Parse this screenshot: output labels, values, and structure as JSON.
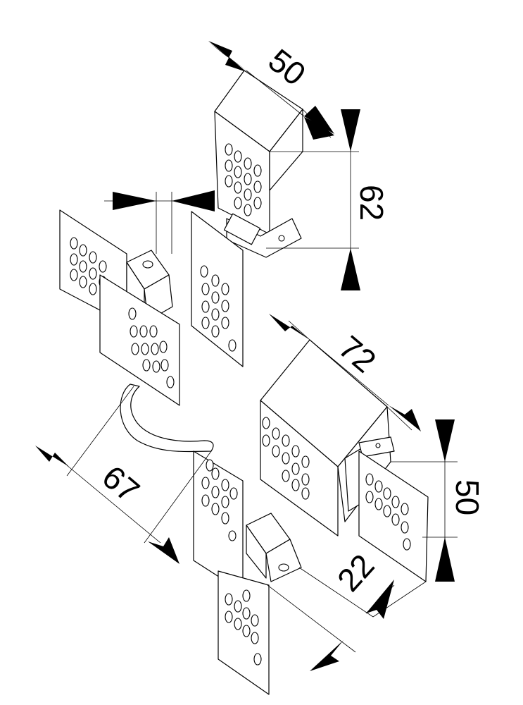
{
  "dimensions": {
    "top_width": "50",
    "top_height": "62",
    "top_gap": "",
    "box_length": "72",
    "box_height": "50",
    "bracket_depth": "22",
    "handle_span": "67"
  }
}
